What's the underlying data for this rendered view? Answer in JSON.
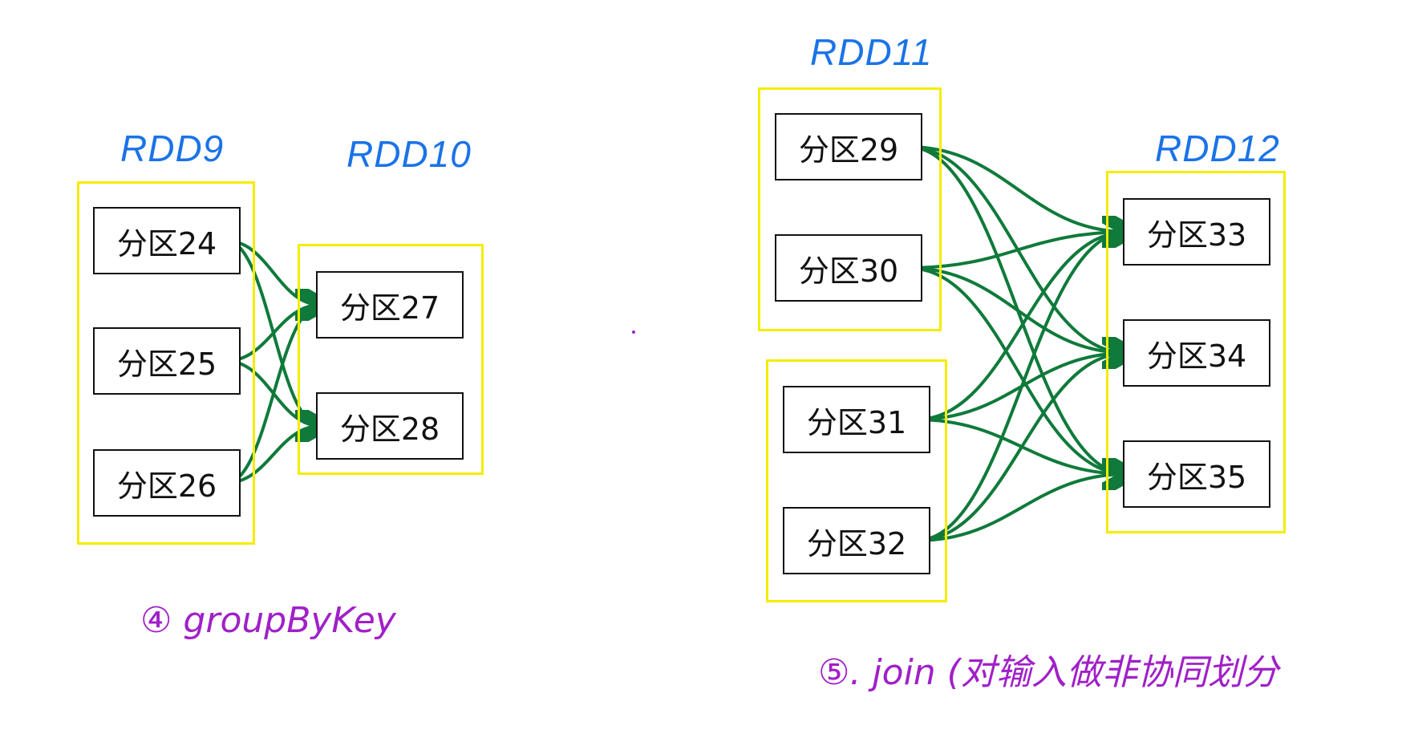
{
  "diagram": {
    "rdd_titles": {
      "rdd9": "RDD9",
      "rdd10": "RDD10",
      "rdd11": "RDD11",
      "rdd12": "RDD12"
    },
    "partitions": {
      "p24": "分区24",
      "p25": "分区25",
      "p26": "分区26",
      "p27": "分区27",
      "p28": "分区28",
      "p29": "分区29",
      "p30": "分区30",
      "p31": "分区31",
      "p32": "分区32",
      "p33": "分区33",
      "p34": "分区34",
      "p35": "分区35"
    },
    "captions": {
      "groupbykey": "④ groupByKey",
      "join": "⑤. join (对输入做非协同划分"
    },
    "edges": [
      [
        "p24",
        "p27"
      ],
      [
        "p24",
        "p28"
      ],
      [
        "p25",
        "p27"
      ],
      [
        "p25",
        "p28"
      ],
      [
        "p26",
        "p27"
      ],
      [
        "p26",
        "p28"
      ],
      [
        "p29",
        "p33"
      ],
      [
        "p29",
        "p34"
      ],
      [
        "p29",
        "p35"
      ],
      [
        "p30",
        "p33"
      ],
      [
        "p30",
        "p34"
      ],
      [
        "p30",
        "p35"
      ],
      [
        "p31",
        "p33"
      ],
      [
        "p31",
        "p34"
      ],
      [
        "p31",
        "p35"
      ],
      [
        "p32",
        "p33"
      ],
      [
        "p32",
        "p34"
      ],
      [
        "p32",
        "p35"
      ]
    ],
    "colors": {
      "title": "#1a73e8",
      "frame": "#f5ec00",
      "edge": "#0f7a3a",
      "caption": "#a020c8"
    }
  }
}
